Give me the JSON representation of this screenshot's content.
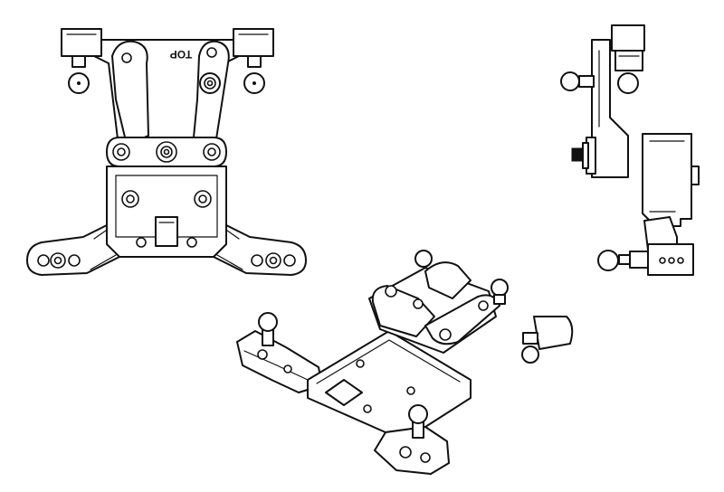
{
  "diagram": {
    "views": [
      {
        "id": "top-view",
        "label": "TOP"
      },
      {
        "id": "side-view"
      },
      {
        "id": "iso-view"
      }
    ],
    "colors": {
      "line": "#111111",
      "background": "#ffffff"
    }
  }
}
